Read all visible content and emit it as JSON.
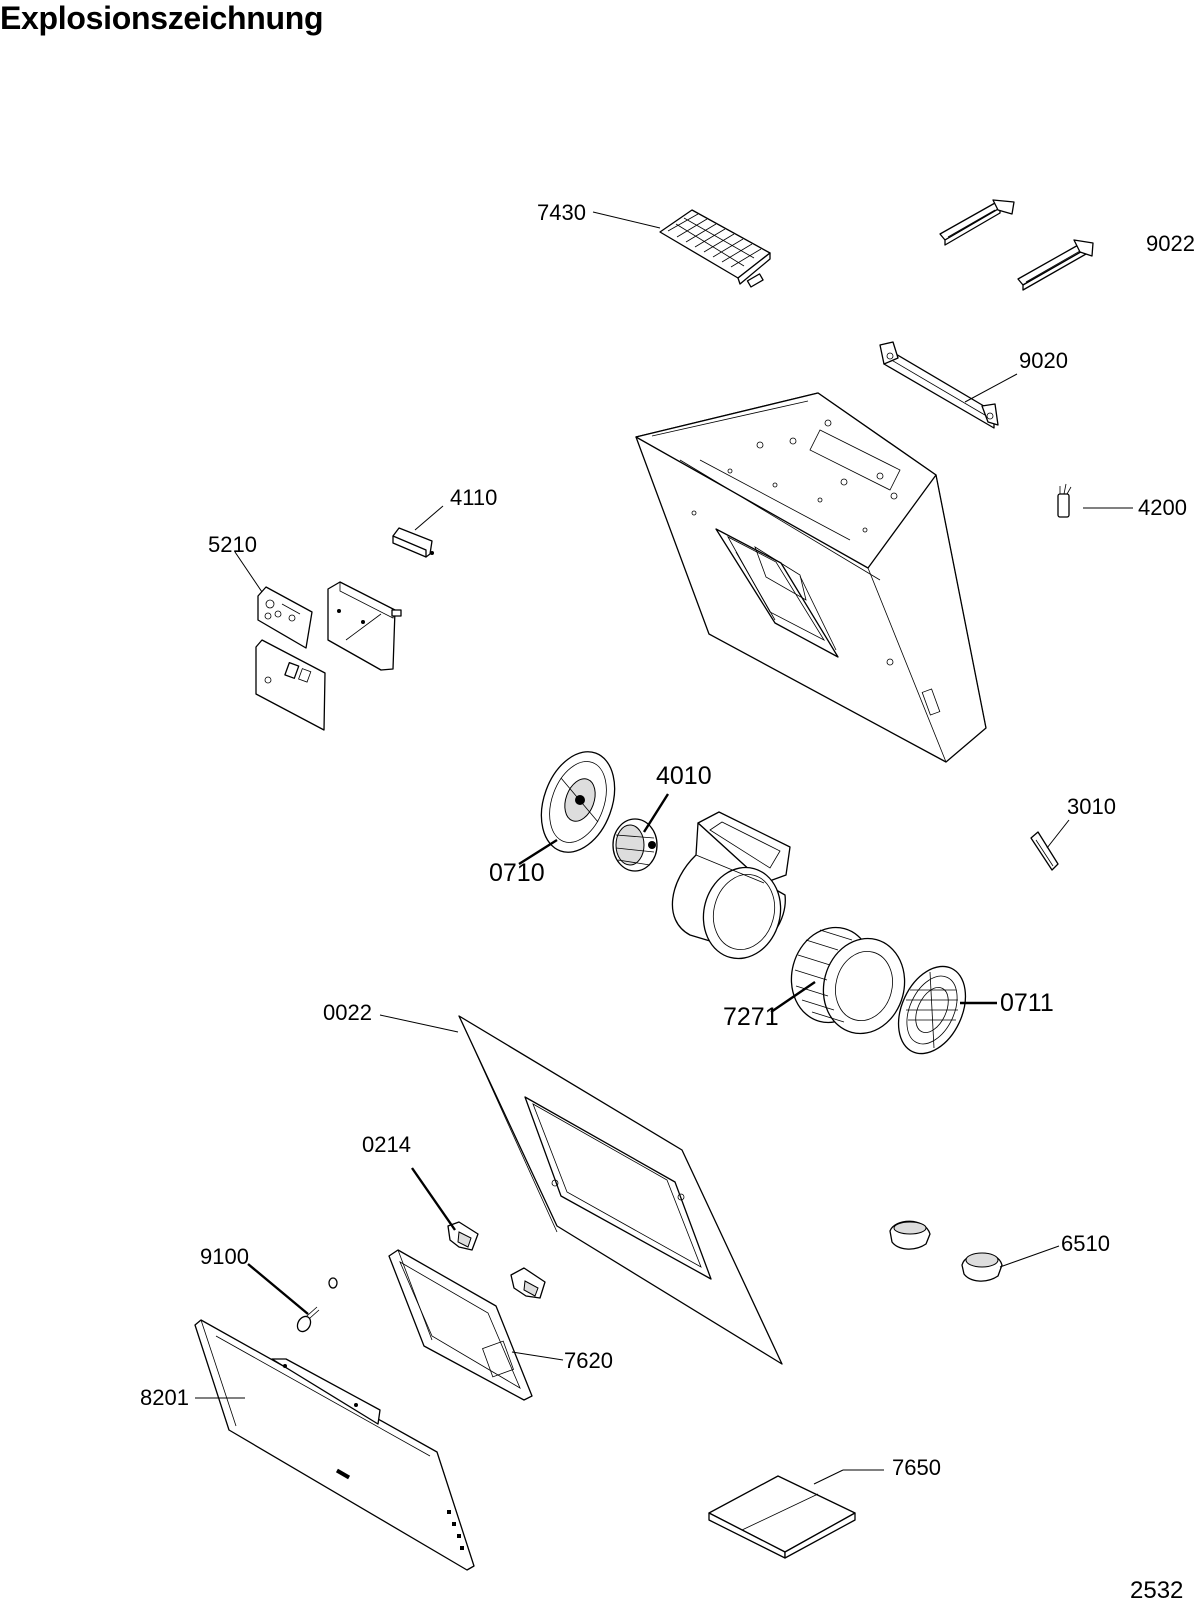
{
  "title": "Explosionszeichnung",
  "drawing_number": "2532",
  "parts": {
    "p7430": "7430",
    "p9022": "9022",
    "p9020": "9020",
    "p4200": "4200",
    "p4110": "4110",
    "p5210": "5210",
    "p4010": "4010",
    "p0710": "0710",
    "p3010": "3010",
    "p0711": "0711",
    "p7271": "7271",
    "p0022": "0022",
    "p0214": "0214",
    "p9100": "9100",
    "p6510": "6510",
    "p7620": "7620",
    "p8201": "8201",
    "p7650": "7650"
  }
}
